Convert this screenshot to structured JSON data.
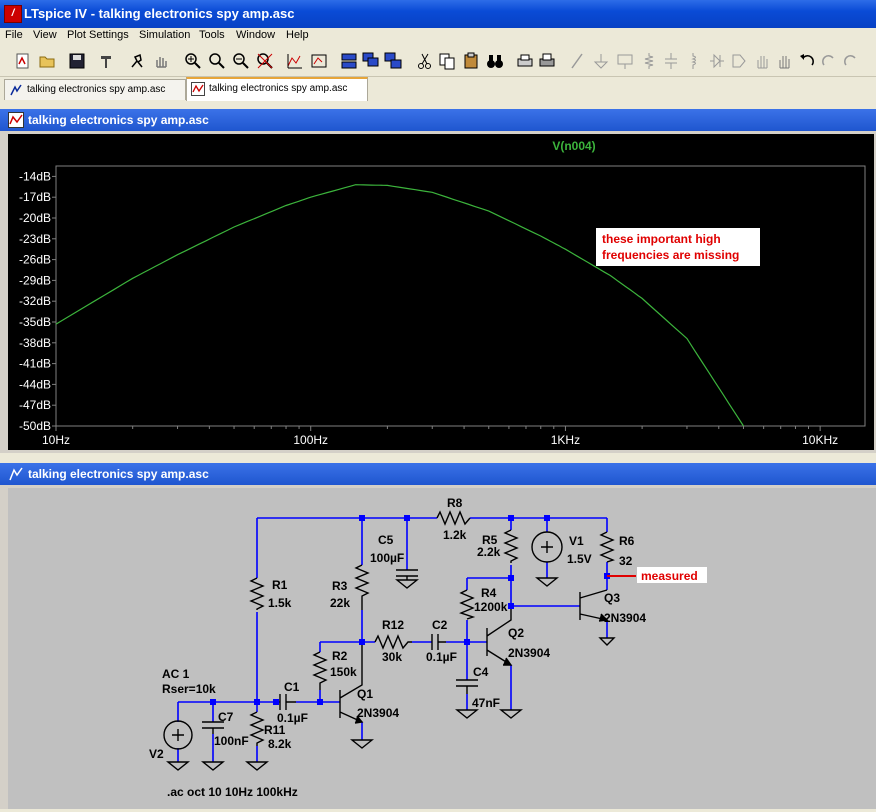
{
  "window": {
    "title": "LTspice IV - talking electronics spy amp.asc"
  },
  "menu": [
    "File",
    "View",
    "Plot Settings",
    "Simulation",
    "Tools",
    "Window",
    "Help"
  ],
  "tabs": [
    {
      "label": "talking electronics spy amp.asc",
      "icon": "schematic-icon",
      "active": false
    },
    {
      "label": "talking electronics spy amp.asc",
      "icon": "waveform-icon",
      "active": true
    }
  ],
  "plot_window": {
    "title": "talking electronics spy amp.asc",
    "trace_name": "V(n004)",
    "trace_color": "#3cb43c",
    "annotation": {
      "line1": "these important high",
      "line2": "frequencies are missing"
    }
  },
  "schematic_window": {
    "title": "talking electronics spy amp.asc",
    "labels": {
      "R8": "R8",
      "R8v": "1.2k",
      "C5": "C5",
      "C5v": "100µF",
      "R5": "R5",
      "R5v": "2.2k",
      "V1": "V1",
      "V1v": "1.5V",
      "R6": "R6",
      "R6v": "32",
      "measured": "measured",
      "R1": "R1",
      "R1v": "1.5k",
      "R3": "R3",
      "R3v": "22k",
      "R4": "R4",
      "R4v": "1200k",
      "Q3": "Q3",
      "Q3v": "2N3904",
      "R12": "R12",
      "R12v": "30k",
      "C2": "C2",
      "C2v": "0.1µF",
      "Q2": "Q2",
      "Q2v": "2N3904",
      "R2": "R2",
      "R2v": "150k",
      "AC": "AC 1",
      "Rser": "Rser=10k",
      "C1": "C1",
      "C1v": "0.1µF",
      "Q1": "Q1",
      "Q1v": "2N3904",
      "C4": "C4",
      "C4v": "47nF",
      "C7": "C7",
      "C7v": "100nF",
      "R11": "R11",
      "R11v": "8.2k",
      "V2": "V2",
      "directive": ".ac oct 10 10Hz 100kHz"
    }
  },
  "chart_data": {
    "type": "line",
    "title": "",
    "xscale": "log",
    "xlim": [
      10,
      15000
    ],
    "ylim": [
      -50,
      -12.5
    ],
    "x_ticks": [
      "10Hz",
      "100Hz",
      "1KHz",
      "10KHz"
    ],
    "y_ticks": [
      "-14dB",
      "-17dB",
      "-20dB",
      "-23dB",
      "-26dB",
      "-29dB",
      "-32dB",
      "-35dB",
      "-38dB",
      "-41dB",
      "-44dB",
      "-47dB",
      "-50dB"
    ],
    "series": [
      {
        "name": "V(n004)",
        "color": "#3cb43c",
        "x": [
          10,
          20,
          30,
          50,
          80,
          100,
          150,
          200,
          300,
          500,
          800,
          1000,
          1500,
          2000,
          3000,
          5000
        ],
        "y": [
          -35.3,
          -28.7,
          -25.3,
          -21.3,
          -18.2,
          -17.0,
          -15.2,
          -15.3,
          -16.3,
          -19.0,
          -22.6,
          -24.5,
          -28.3,
          -31.6,
          -37.4,
          -50.0
        ]
      }
    ]
  }
}
